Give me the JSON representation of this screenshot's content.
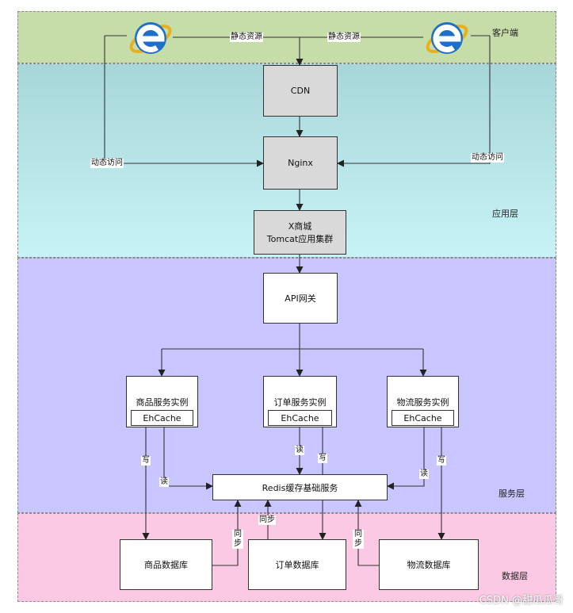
{
  "layers": {
    "client": "客户端",
    "app": "应用层",
    "service": "服务层",
    "data": "数据层"
  },
  "nodes": {
    "cdn": "CDN",
    "nginx": "Nginx",
    "tomcat_line1": "X商城",
    "tomcat_line2": "Tomcat应用集群",
    "gateway": "API网关",
    "goods_service": "商品服务实例",
    "order_service": "订单服务实例",
    "logistics_service": "物流服务实例",
    "cache": "EhCache",
    "redis": "Redis缓存基础服务",
    "goods_db": "商品数据库",
    "order_db": "订单数据库",
    "logistics_db": "物流数据库"
  },
  "edge_labels": {
    "static": "静态资源",
    "dynamic": "动态访问",
    "read": "读",
    "write": "写",
    "sync": "同步",
    "sync_v1": "同",
    "sync_v2": "步"
  },
  "icons": {
    "browser": "ie-browser-icon"
  },
  "colors": {
    "client_layer": "#c6dca9",
    "app_layer": "#b6e4e8",
    "service_layer": "#c9c5ff",
    "data_layer": "#fbc9e3",
    "ie_blue": "#1d6fc9",
    "ie_ring": "#e8b11c"
  },
  "watermark": "CSDN @甜瓜瓜哥"
}
